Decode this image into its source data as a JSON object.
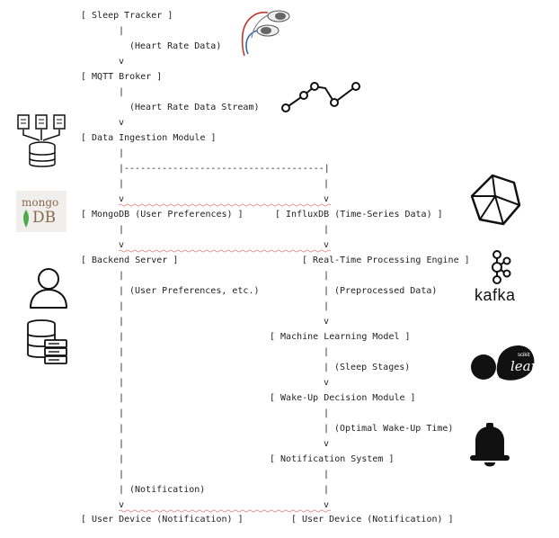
{
  "labels": {
    "sleep_tracker": "[ Sleep Tracker ]",
    "mqtt_broker": "[ MQTT Broker ]",
    "data_ingestion": "[ Data Ingestion Module ]",
    "mongodb": "[ MongoDB (User Preferences) ]",
    "influxdb": "[ InfluxDB (Time-Series Data) ]",
    "backend_server": "[ Backend Server ]",
    "realtime_engine": "[ Real-Time Processing Engine ]",
    "ml_model": "[ Machine Learning Model ]",
    "wakeup_decision": "[ Wake-Up Decision Module ]",
    "notification_system": "[ Notification System ]",
    "user_device_left": "[ User Device (Notification) ]",
    "user_device_right": "[ User Device (Notification) ]"
  },
  "edges": {
    "heart_rate_data": "(Heart Rate Data)",
    "heart_rate_stream": "(Heart Rate Data Stream)",
    "user_prefs_etc": "(User Preferences, etc.)",
    "preprocessed_data": "(Preprocessed Data)",
    "sleep_stages": "(Sleep Stages)",
    "optimal_wakeup": "(Optimal Wake-Up Time)",
    "notification": "(Notification)"
  },
  "ascii": {
    "pipe": "|",
    "arrow": "v",
    "split": "|-------------------------------------|"
  },
  "logos": {
    "mongo_word": "mongo",
    "db_word": "DB",
    "kafka_word": "kafka",
    "scikit_word": "scikit",
    "learn_word": "learn"
  },
  "icons": [
    "earbuds-sensor-icon",
    "waveform-line-icon",
    "documents-to-database-icon",
    "mongodb-logo",
    "influxdb-logo",
    "user-icon",
    "database-server-icon",
    "kafka-logo",
    "scikit-learn-logo",
    "bell-icon"
  ],
  "colors": {
    "text": "#222222",
    "squiggle": "#e07a7a",
    "mongo_green": "#4fa94d",
    "mongo_brown": "#8a6a4a",
    "mongo_bg": "#f0efee",
    "earbud_red": "#c0392b",
    "earbud_blue": "#2e6db4"
  }
}
